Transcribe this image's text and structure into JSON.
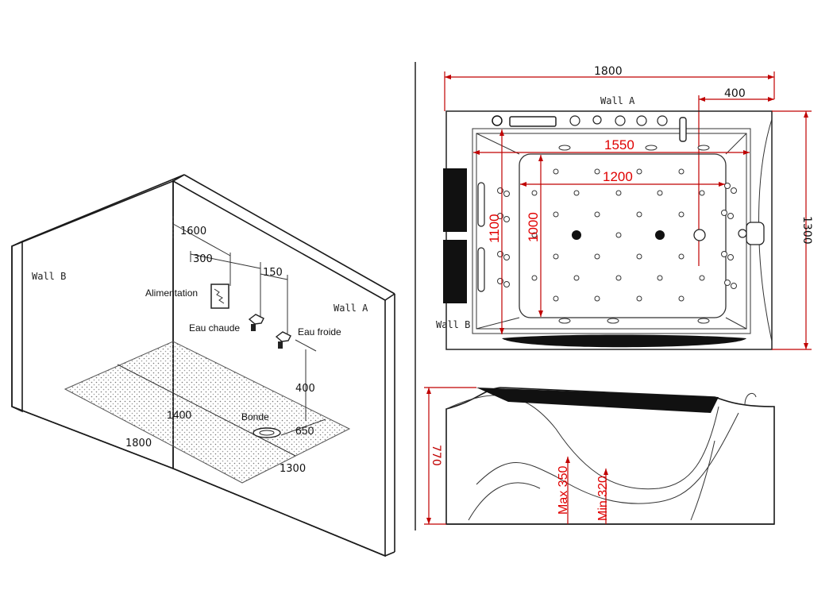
{
  "room": {
    "wall_b": "Wall B",
    "wall_a": "Wall A",
    "dim_1600": "1600",
    "dim_300": "300",
    "dim_150": "150",
    "dim_400": "400",
    "dim_1400": "1400",
    "dim_1800": "1800",
    "dim_650": "650",
    "dim_1300": "1300",
    "alimentation": "Alimentation",
    "eau_chaude": "Eau chaude",
    "eau_froide": "Eau froide",
    "bonde": "Bonde"
  },
  "plan": {
    "dim_1800": "1800",
    "dim_400": "400",
    "wall_a": "Wall A",
    "wall_b": "Wall B",
    "dim_1550": "1550",
    "dim_1200": "1200",
    "dim_1100": "1100",
    "dim_1000": "1000",
    "dim_1300": "1300"
  },
  "section": {
    "dim_770": "770",
    "max_350": "Max 350",
    "min_320": "Min 320"
  },
  "colors": {
    "dimension_red": "#e00000",
    "ink": "#1a1a1a"
  }
}
